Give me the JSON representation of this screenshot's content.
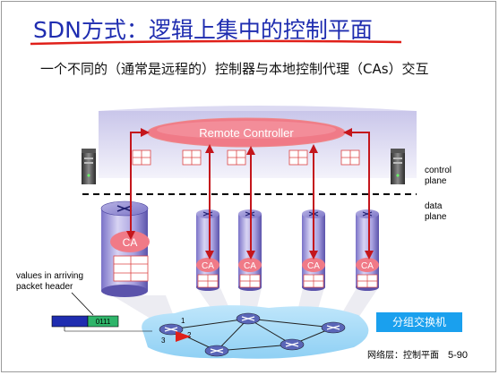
{
  "slide": {
    "title": "SDN方式：逻辑上集中的控制平面",
    "subtitle": "一个不同的（通常是远程的）控制器与本地控制代理（CAs）交互",
    "footer_section": "网络层：控制平面",
    "footer_page": "5-90"
  },
  "diagram": {
    "remote_controller_label": "Remote Controller",
    "control_plane_label": [
      "control",
      "plane"
    ],
    "data_plane_label": [
      "data",
      "plane"
    ],
    "ca_label": "CA",
    "packet_header_label": [
      "values in arriving",
      "packet header"
    ],
    "packet_bits": "0111",
    "port_labels": [
      "1",
      "2",
      "3"
    ],
    "packet_switch_label": "分组交换机"
  },
  "colors": {
    "title": "#1f2db0",
    "title_underline": "#e0201a",
    "arrow": "#c4161c",
    "badge": "#1aa0ee"
  }
}
